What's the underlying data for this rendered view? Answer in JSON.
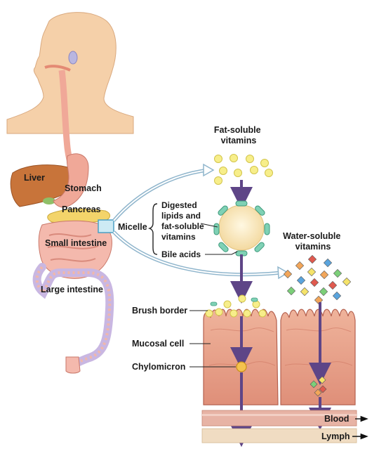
{
  "labels": {
    "liver": "Liver",
    "stomach": "Stomach",
    "pancreas": "Pancreas",
    "small_intestine": "Small intestine",
    "large_intestine": "Large intestine",
    "micelle": "Micelle",
    "fat_soluble": [
      "Fat-soluble",
      "vitamins"
    ],
    "water_soluble": [
      "Water-soluble",
      "vitamins"
    ],
    "micelle_parts": [
      "Digested",
      "lipids and",
      "fat-soluble",
      "vitamins"
    ],
    "bile_acids": "Bile acids",
    "brush_border": "Brush border",
    "mucosal_cell": "Mucosal cell",
    "chylomicron": "Chylomicron",
    "blood": "Blood",
    "lymph": "Lymph"
  },
  "colors": {
    "skin": "#f5d0a9",
    "organ_liver": "#c8743a",
    "organ_stomach": "#f0a898",
    "organ_pancreas": "#f3d46a",
    "organ_intestine": "#eda9a0",
    "large_intestine": "#b9a6d6",
    "fat_vitamin": "#f7ee8a",
    "bile": "#7fd1b5",
    "arrow": "#6b4e93",
    "cell": "#e9a08a",
    "blood_band": "#e7b3a5",
    "lymph_band": "#f0dcc2"
  }
}
